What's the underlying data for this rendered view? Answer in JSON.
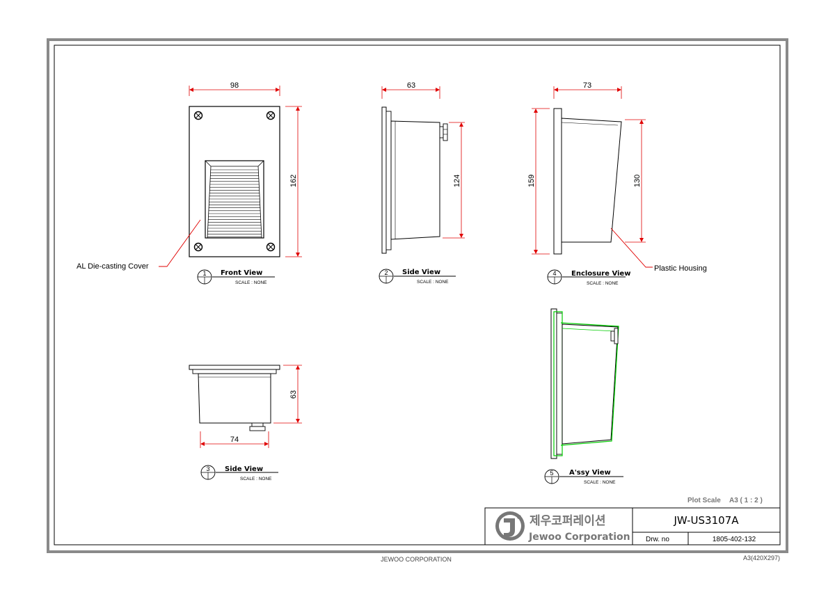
{
  "dimensions": {
    "front_width": "98",
    "front_height": "162",
    "side_width": "63",
    "side_height": "124",
    "enclosure_width": "73",
    "enclosure_height_outer": "159",
    "enclosure_height_inner": "130",
    "bottom_height": "63",
    "bottom_width": "74"
  },
  "callouts": {
    "cover": "AL Die-casting Cover",
    "housing": "Plastic Housing"
  },
  "views": [
    {
      "number": "1",
      "title": "Front View",
      "scale": "SCALE : NONE"
    },
    {
      "number": "2",
      "title": "Side View",
      "scale": "SCALE : NONE"
    },
    {
      "number": "3",
      "title": "Side View",
      "scale": "SCALE : NONE"
    },
    {
      "number": "4",
      "title": "Enclosure View",
      "scale": "SCALE : NONE"
    },
    {
      "number": "5",
      "title": "A'ssy View",
      "scale": "SCALE : NONE"
    }
  ],
  "title_block": {
    "plot_scale_label": "Plot Scale",
    "plot_scale_value": "A3 ( 1 : 2 )",
    "company_korean": "제우코퍼레이션",
    "company_english": "Jewoo Corporation",
    "model": "JW-US3107A",
    "drawing_no_label": "Drw. no",
    "drawing_no": "1805-402-132"
  },
  "footer": {
    "company": "JEWOO CORPORATION",
    "paper": "A3(420X297)"
  },
  "colors": {
    "dimension": "#e00000",
    "assembly": "#00cc00",
    "frame": "#888888"
  }
}
